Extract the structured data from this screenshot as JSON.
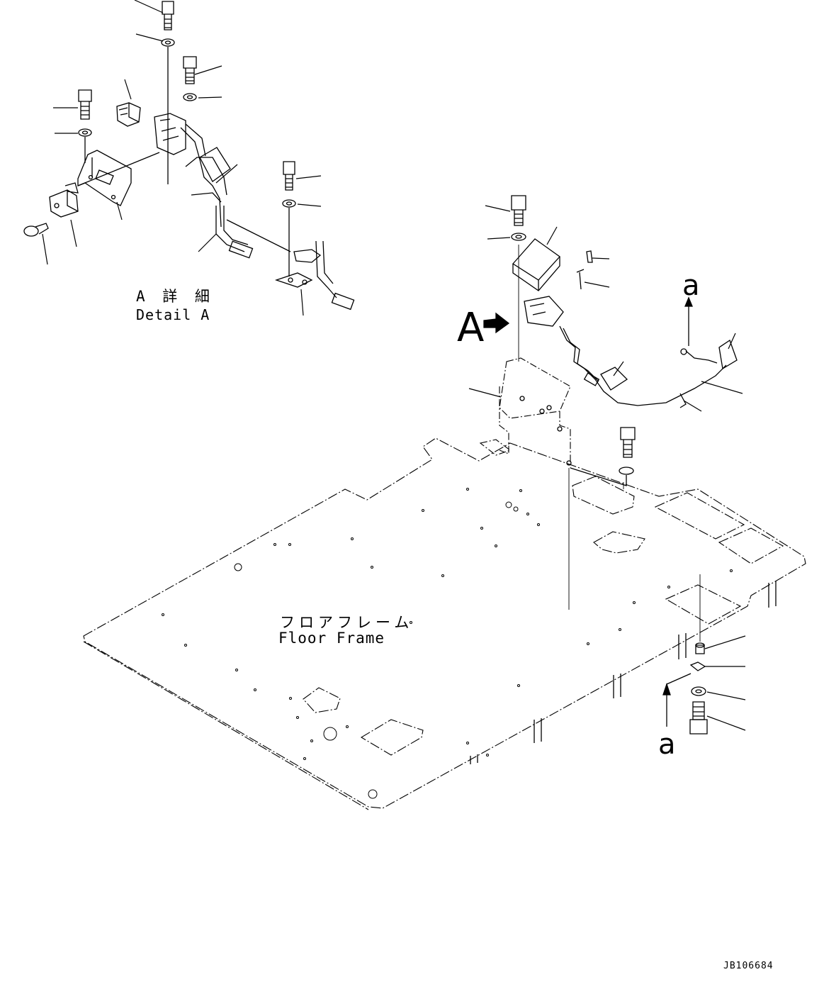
{
  "labels": {
    "detail_jp": "A 詳 細",
    "detail_en": "Detail A",
    "view_arrow_letter": "A",
    "floor_jp": "フロアフレーム",
    "floor_en": "Floor Frame",
    "marker_a_top": "a",
    "marker_a_bottom": "a",
    "drawing_number": "JB106684"
  },
  "colors": {
    "line": "#000000",
    "background": "#ffffff"
  }
}
